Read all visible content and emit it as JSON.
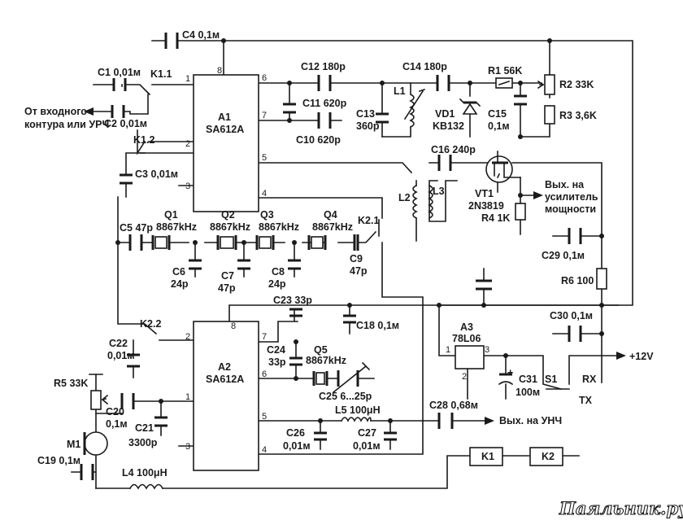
{
  "a1": {
    "ref": "A1",
    "part": "SA612A",
    "pins": [
      "1",
      "2",
      "3",
      "4",
      "5",
      "6",
      "7",
      "8"
    ]
  },
  "a2": {
    "ref": "A2",
    "part": "SA612A",
    "pins": [
      "1",
      "2",
      "3",
      "4",
      "5",
      "6",
      "7",
      "8"
    ]
  },
  "a3": {
    "ref": "A3",
    "part": "78L06",
    "pins": [
      "1",
      "2",
      "3"
    ]
  },
  "vt1": {
    "ref": "VT1",
    "part": "2N3819"
  },
  "vd1": {
    "ref": "VD1",
    "part": "KB132"
  },
  "relays": [
    "K1",
    "K2"
  ],
  "switch": {
    "ref": "S1",
    "rx": "RX",
    "tx": "TX"
  },
  "labels": {
    "c4": "C4 0,1м",
    "c1": "C1 0,01м",
    "c2": "C2 0,01м",
    "k11": "K1.1",
    "k12": "K1.2",
    "c3": "C3 0,01м",
    "in1": "От входного",
    "in2": "контура или УРЧ",
    "c12": "C12 180p",
    "c14": "C14 180p",
    "r1": "R1 56K",
    "r2": "R2 33K",
    "r3": "R3 3,6K",
    "c11": "C11 620p",
    "c10": "C10 620p",
    "c13a": "C13",
    "c13b": "360p",
    "l1": "L1",
    "vd1lbl": "VD1",
    "c15a": "C15",
    "c15b": "0,1м",
    "c16": "C16 240p",
    "l2": "L2",
    "l3": "L3",
    "vt1lbl": "VT1",
    "r4": "R4 1K",
    "out1a": "Вых. на",
    "out1b": "усилитель",
    "out1c": "мощности",
    "c5": "C5 47p",
    "q1a": "Q1",
    "q1b": "8867kHz",
    "q2a": "Q2",
    "q2b": "8867kHz",
    "q3a": "Q3",
    "q3b": "8867kHz",
    "q4a": "Q4",
    "q4b": "8867kHz",
    "k21": "K2.1",
    "c9a": "C9",
    "c9b": "47p",
    "c6a": "C6",
    "c6b": "24p",
    "c7a": "C7",
    "c7b": "47p",
    "c8a": "C8",
    "c8b": "24p",
    "c29": "C29 0,1м",
    "r6": "R6 100",
    "c30": "C30 0,1м",
    "c23": "C23 33p",
    "c18": "C18 0,1м",
    "k22": "K2.2",
    "c22a": "C22",
    "c22b": "0,01м",
    "c24a": "C24",
    "c24b": "33p",
    "q5a": "Q5",
    "q5b": "8867kHz",
    "c25": "C25 6...25p",
    "vcc": "+12V",
    "c31a": "C31",
    "c31b": "100м",
    "plus": "+",
    "r5": "R5 33K",
    "c20a": "C20",
    "c20b": "0,1м",
    "c21a": "C21",
    "c21b": "3300p",
    "l5": "L5 100μH",
    "c28": "C28 0,68м",
    "out2": "Вых. на УНЧ",
    "c26a": "C26",
    "c26b": "0,01м",
    "c27a": "C27",
    "c27b": "0,01м",
    "m1": "M1",
    "c19": "C19 0,1м",
    "l4": "L4 100μH",
    "watermark": "Паяльник.ру"
  }
}
